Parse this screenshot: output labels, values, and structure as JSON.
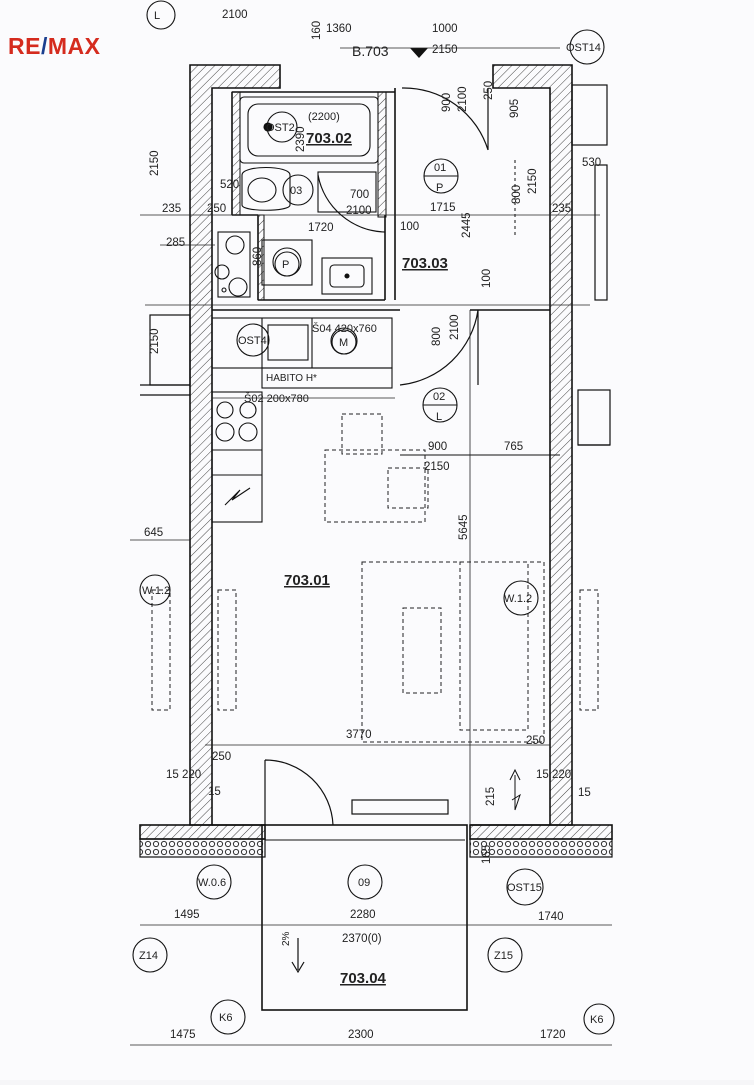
{
  "logo": {
    "part1": "RE",
    "part2": "/",
    "part3": "MAX"
  },
  "rooms": {
    "main": "703.01",
    "bath": "703.02",
    "hall": "703.03",
    "balcony": "703.04"
  },
  "codes": {
    "bath_prefix": "(2200)",
    "ost2": "OST2",
    "ost4": "OST4",
    "ost14": "OST14",
    "ost15": "OST15",
    "d01": "01",
    "d01s": "P",
    "d02": "02",
    "d02s": "L",
    "d03": "03",
    "d09": "09",
    "w12a": "W.1.2",
    "w12b": "W.1.2",
    "w06": "W.0.6",
    "z14": "Z14",
    "z15": "Z15",
    "k6a": "K6",
    "k6b": "K6",
    "b703": "B.703",
    "m": "M",
    "p": "P",
    "l": "L"
  },
  "labels": {
    "s04": "Š04  420x760",
    "s02": "Š02  200x780",
    "habito": "HABITO H*",
    "slope": "2%"
  },
  "dims": {
    "d2100top": "2100",
    "d1360": "1360",
    "d160": "160",
    "d1000": "1000",
    "d2150a": "2150",
    "d250a": "250",
    "d900a": "900",
    "d2100a": "2100",
    "d905": "905",
    "d530": "530",
    "d2390": "2390",
    "d2150left": "2150",
    "d520": "520",
    "d235a": "235",
    "d250b": "250",
    "d700": "700",
    "d2100b": "2100",
    "d1715": "1715",
    "d800a": "800",
    "d2150b": "2150",
    "d235b": "235",
    "d1720": "1720",
    "d100a": "100",
    "d2445": "2445",
    "d285": "285",
    "d860": "860",
    "d100b": "100",
    "d800b": "800",
    "d2100c": "2100",
    "d2150c": "2150",
    "d900b": "900",
    "d765": "765",
    "d2150d": "2150",
    "d5645": "5645",
    "d645": "645",
    "d3770": "3770",
    "d250c": "250",
    "d250d": "250",
    "d1522a": "15 220",
    "d15a": "15",
    "d1522b": "15 220",
    "d15b": "15",
    "d215": "215",
    "d165": "165",
    "d1495": "1495",
    "d2280": "2280",
    "d1740": "1740",
    "d2370": "2370(0)",
    "d1475": "1475",
    "d2300": "2300",
    "d1720b": "1720"
  }
}
